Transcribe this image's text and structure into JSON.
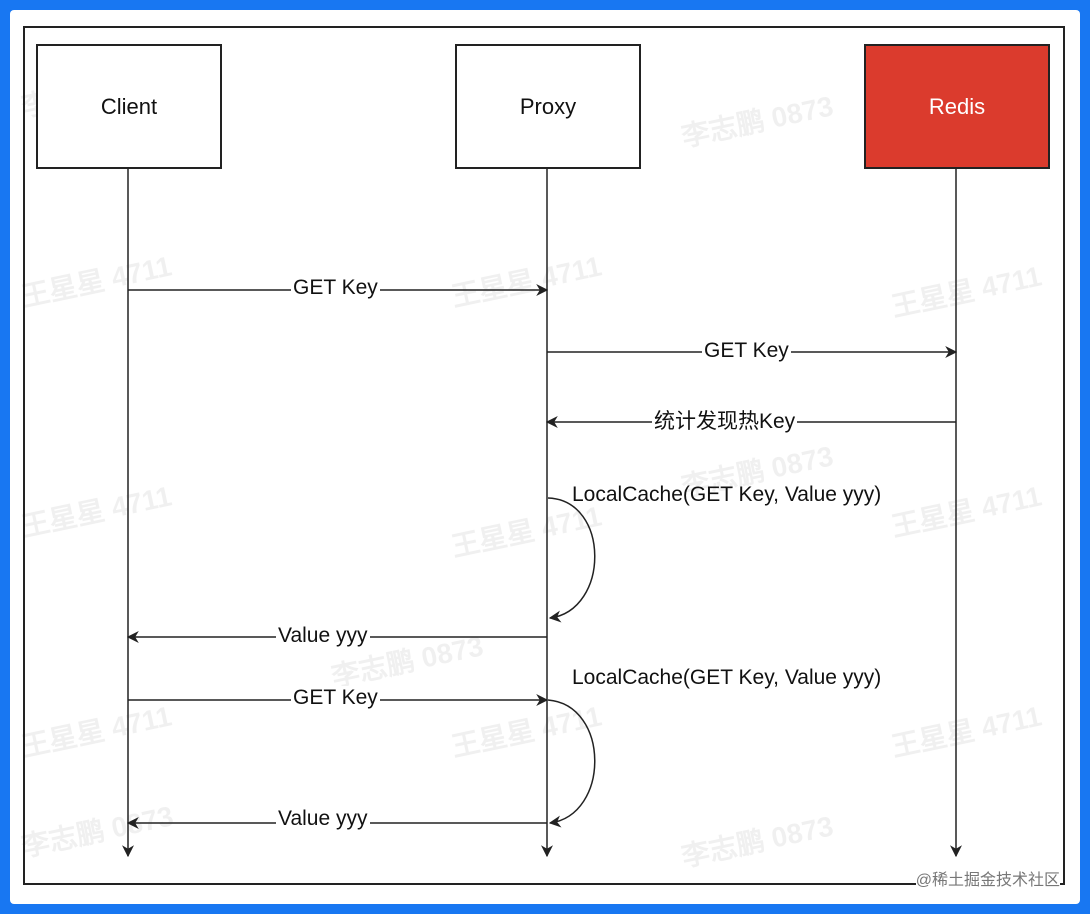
{
  "participants": {
    "client": "Client",
    "proxy": "Proxy",
    "redis": "Redis"
  },
  "messages": {
    "m1": "GET Key",
    "m2": "GET Key",
    "m3": "统计发现热Key",
    "note1": "LocalCache(GET Key, Value yyy)",
    "m4": "Value yyy",
    "note2": "LocalCache(GET Key, Value yyy)",
    "m5": "GET Key",
    "m6": "Value yyy"
  },
  "watermarks": {
    "w1": "王星星 4711",
    "w2": "李志鹏 0873"
  },
  "credit": "@稀土掘金技术社区",
  "colors": {
    "background": "#1877f2",
    "redis_fill": "#db3b2d",
    "line": "#222222"
  }
}
